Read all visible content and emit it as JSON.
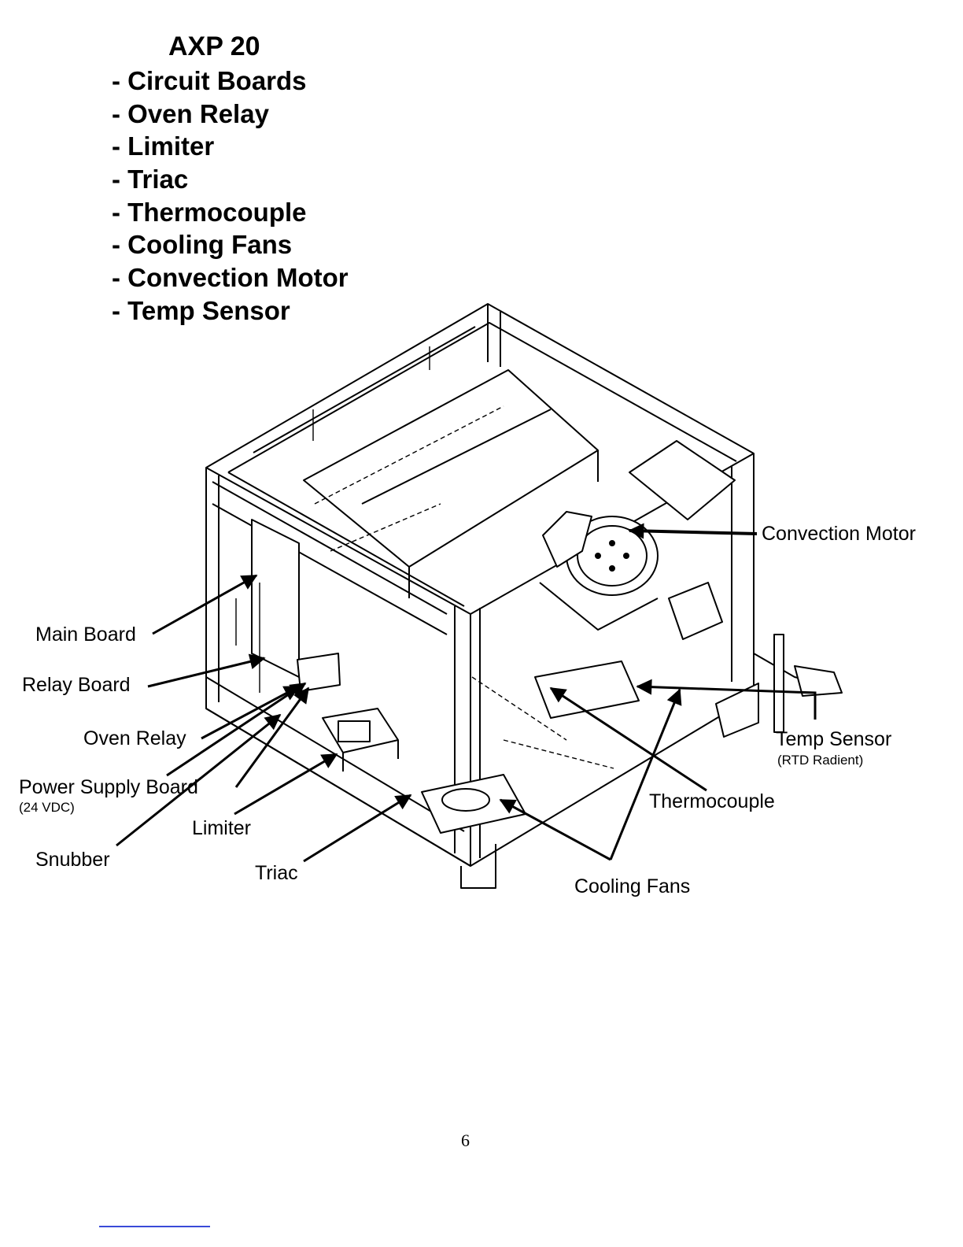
{
  "title": "AXP 20",
  "component_list": [
    "- Circuit Boards",
    "- Oven Relay",
    "- Limiter",
    "- Triac",
    "- Thermocouple",
    "- Cooling Fans",
    "- Convection Motor",
    "- Temp Sensor"
  ],
  "callouts": {
    "convection_motor": "Convection Motor",
    "main_board": "Main Board",
    "relay_board": "Relay Board",
    "oven_relay": "Oven Relay",
    "power_supply_board": "Power Supply Board",
    "power_supply_note": "(24 VDC)",
    "limiter": "Limiter",
    "snubber": "Snubber",
    "triac": "Triac",
    "temp_sensor": "Temp Sensor",
    "temp_sensor_note": "(RTD Radient)",
    "thermocouple": "Thermocouple",
    "cooling_fans": "Cooling Fans"
  },
  "page_number": "6"
}
